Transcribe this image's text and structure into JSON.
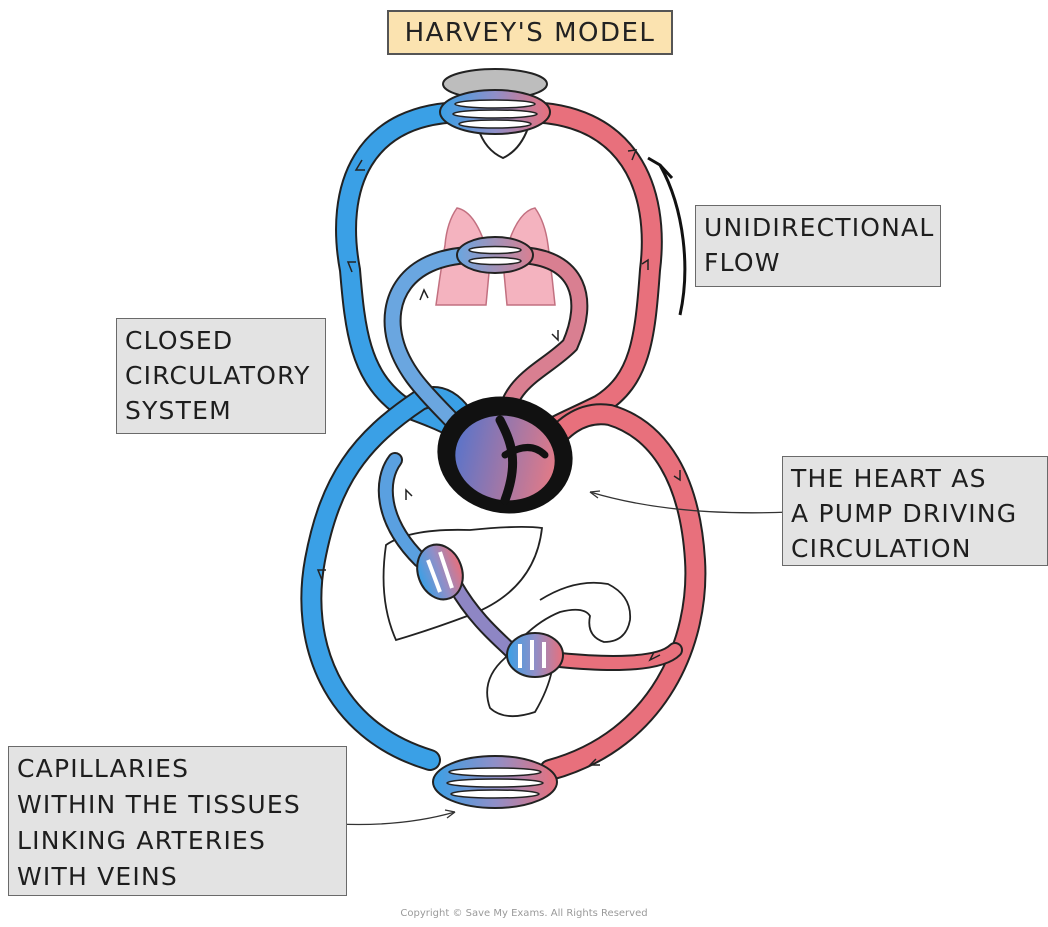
{
  "title": "HARVEY'S MODEL",
  "labels": {
    "unidirectional_flow": [
      "UNIDIRECTIONAL",
      "FLOW"
    ],
    "closed_system": [
      "CLOSED",
      "CIRCULATORY",
      "SYSTEM"
    ],
    "heart_pump": [
      "THE HEART AS",
      "A PUMP DRIVING",
      "CIRCULATION"
    ],
    "capillaries": [
      "CAPILLARIES",
      "WITHIN THE TISSUES",
      "LINKING ARTERIES",
      "WITH VEINS"
    ]
  },
  "copyright": "Copyright © Save My Exams. All Rights Reserved",
  "colors": {
    "vein_blue": "#3aa0e6",
    "artery_red": "#e8707c",
    "title_fill": "#fbe3b0",
    "label_fill": "#e3e3e3",
    "heart_dark": "#111111",
    "lung_pink": "#f4b3bf"
  }
}
